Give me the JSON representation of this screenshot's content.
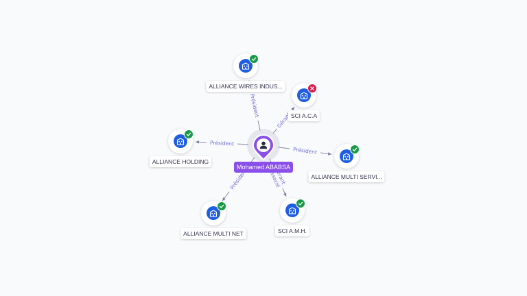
{
  "center": {
    "name": "Mohamed ABABSA",
    "icon": "person-icon",
    "color": "#8a4fe8"
  },
  "companies": [
    {
      "id": "wires",
      "name": "ALLIANCE WIRES INDUS...",
      "status": "active",
      "icon": "building-icon"
    },
    {
      "id": "sciaca",
      "name": "SCI A.C.A",
      "status": "closed",
      "icon": "building-icon"
    },
    {
      "id": "holding",
      "name": "ALLIANCE HOLDING",
      "status": "active",
      "icon": "building-icon"
    },
    {
      "id": "services",
      "name": "ALLIANCE MULTI SERVI...",
      "status": "active",
      "icon": "building-icon"
    },
    {
      "id": "net",
      "name": "ALLIANCE MULTI NET",
      "status": "active",
      "icon": "building-icon"
    },
    {
      "id": "amh",
      "name": "SCI A.M.H.",
      "status": "active",
      "icon": "building-icon"
    }
  ],
  "relations": [
    {
      "to": "wires",
      "label": "Président"
    },
    {
      "to": "sciaca",
      "label": "Gérant"
    },
    {
      "to": "holding",
      "label": "Président"
    },
    {
      "to": "services",
      "label": "Président"
    },
    {
      "to": "net",
      "label": "Président"
    },
    {
      "to": "amh",
      "label": "Gérant"
    },
    {
      "to": "amh",
      "label": "Associé"
    }
  ],
  "colors": {
    "company_fill": "#1f5ee0",
    "active_badge": "#189947",
    "closed_badge": "#d81b4a",
    "edge_label": "#6e6ecf"
  }
}
